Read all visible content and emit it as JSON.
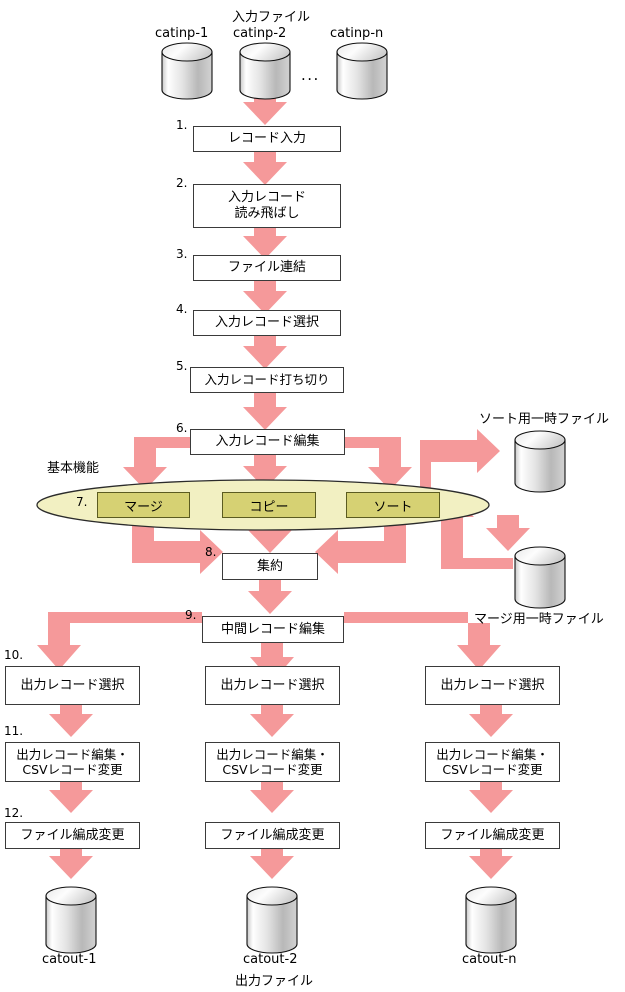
{
  "diagram": {
    "title": "catalog utility processing flow",
    "colors": {
      "arrow": "#f5999a",
      "ellipse_fill": "#f2f0c2",
      "ellipse_stroke": "#2b2b2b",
      "function_box_fill": "#d6d173",
      "function_box_stroke": "#5b5b20",
      "box_stroke": "#3a3a3a",
      "cylinder_light": "#ffffff",
      "cylinder_dark": "#9a9a9a",
      "background": "#ffffff"
    }
  },
  "input_section": {
    "caption": "入力ファイル",
    "files": [
      {
        "name": "catinp-1"
      },
      {
        "name": "catinp-2"
      },
      {
        "name": "catinp-n"
      }
    ],
    "ellipsis": "..."
  },
  "main_steps": [
    {
      "num": "1.",
      "label": "レコード入力"
    },
    {
      "num": "2.",
      "label_line1": "入力レコード",
      "label_line2": "読み飛ばし"
    },
    {
      "num": "3.",
      "label": "ファイル連結"
    },
    {
      "num": "4.",
      "label": "入力レコード選択"
    },
    {
      "num": "5.",
      "label": "入力レコード打ち切り"
    },
    {
      "num": "6.",
      "label": "入力レコード編集"
    },
    {
      "num": "8.",
      "label": "集約"
    },
    {
      "num": "9.",
      "label": "中間レコード編集"
    }
  ],
  "basic_functions": {
    "group_label": "基本機能",
    "num": "7.",
    "items": [
      {
        "label": "マージ"
      },
      {
        "label": "コピー"
      },
      {
        "label": "ソート"
      }
    ]
  },
  "temp_files": [
    {
      "caption": "ソート用一時ファイル"
    },
    {
      "caption": "マージ用一時ファイル"
    }
  ],
  "output_columns": [
    {
      "num_select": "10.",
      "select_label": "出力レコード選択",
      "num_edit": "11.",
      "edit_line1": "出力レコード編集・",
      "edit_line2": "CSVレコード変更",
      "num_reorg": "12.",
      "reorg_label": "ファイル編成変更",
      "file_name": "catout-1"
    },
    {
      "num_select": "",
      "select_label": "出力レコード選択",
      "num_edit": "",
      "edit_line1": "出力レコード編集・",
      "edit_line2": "CSVレコード変更",
      "num_reorg": "",
      "reorg_label": "ファイル編成変更",
      "file_name": "catout-2"
    },
    {
      "num_select": "",
      "select_label": "出力レコード選択",
      "num_edit": "",
      "edit_line1": "出力レコード編集・",
      "edit_line2": "CSVレコード変更",
      "num_reorg": "",
      "reorg_label": "ファイル編成変更",
      "file_name": "catout-n"
    }
  ],
  "output_section": {
    "caption": "出力ファイル"
  }
}
